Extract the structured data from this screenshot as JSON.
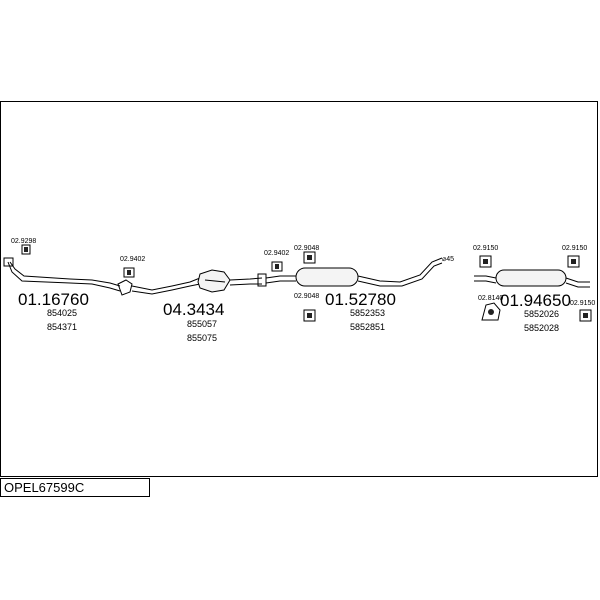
{
  "reference": "OPEL67599C",
  "parts": [
    {
      "id": "front_pipe",
      "number": "01.16760",
      "alts": [
        "854025",
        "854371"
      ]
    },
    {
      "id": "catalyst",
      "number": "04.3434",
      "alts": [
        "855057",
        "855075"
      ]
    },
    {
      "id": "middle_silencer",
      "number": "01.52780",
      "alts": [
        "5852353",
        "5852851"
      ]
    },
    {
      "id": "rear_silencer",
      "number": "01.94650",
      "alts": [
        "5852026",
        "5852028"
      ]
    }
  ],
  "hardware": {
    "h1": "02.9298",
    "h2": "02.9402",
    "h3": "02.9402",
    "h4": "02.9048",
    "h5": "02.9048",
    "h6": "02.9150",
    "h7": "02.9150",
    "h8": "02.9150",
    "h9": "02.8140"
  },
  "diameter_note": "⌀45"
}
